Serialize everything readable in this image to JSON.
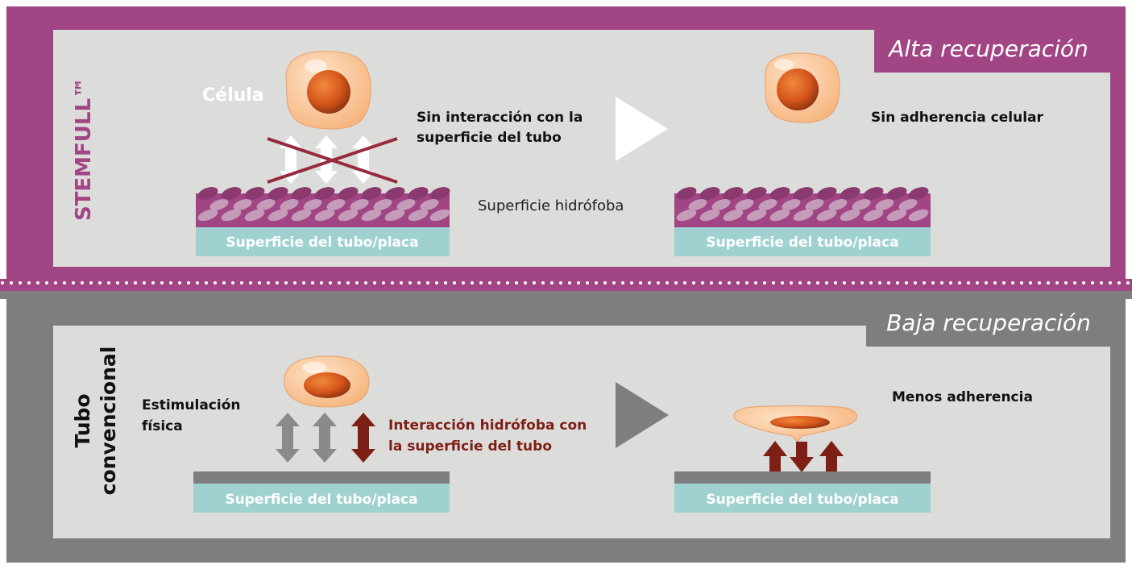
{
  "top": {
    "badge": "Alta recuperación",
    "side_label": "STEMFULL™",
    "cell_label": "Célula",
    "interaction_line1": "Sin interacción con la",
    "interaction_line2": "superficie del tubo",
    "result_label": "Sin adherencia celular",
    "hydrophobic_label": "Superficie hidrófoba",
    "surface_left": "Superficie del tubo/placa",
    "surface_right": "Superficie del tubo/placa"
  },
  "bottom": {
    "badge": "Baja recuperación",
    "side_line1": "Tubo",
    "side_line2": "convencional",
    "stimulation_line1": "Estimulación",
    "stimulation_line2": "física",
    "interaction_line1": "Interacción hidrófoba con",
    "interaction_line2": "la superficie del tubo",
    "result_label": "Menos adherencia",
    "surface_left": "Superficie del tubo/placa",
    "surface_right": "Superficie del tubo/placa"
  },
  "colors": {
    "top_frame": "#a14584",
    "bottom_frame": "#7e7e80",
    "panel": "#dcdcda",
    "surface": "#9fd1d1",
    "arrow_red": "#7d1f16",
    "arrow_gray": "#8a8a8a",
    "cell_body": "#fbc593",
    "nucleus": "#d6561c"
  }
}
